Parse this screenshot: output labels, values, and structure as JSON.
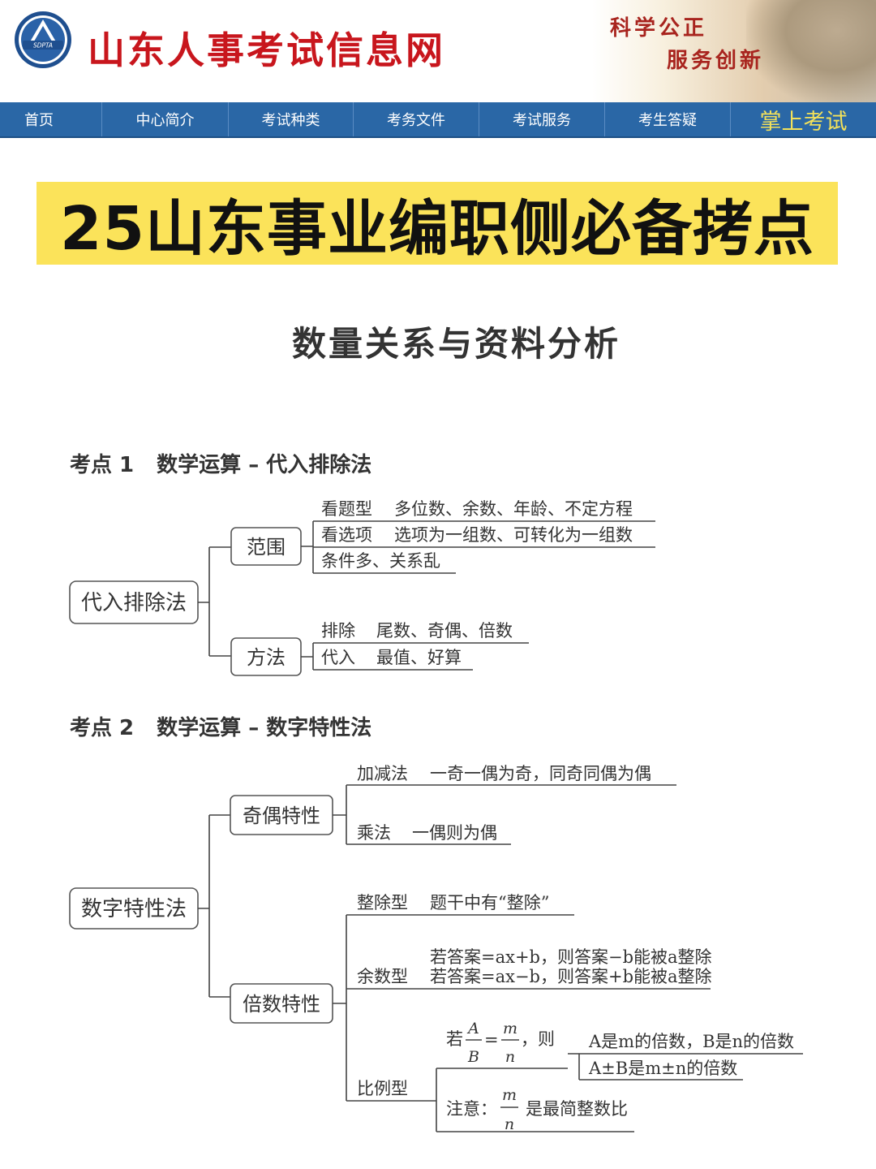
{
  "header": {
    "logo_text": "SDPTA",
    "site_title": "山东人事考试信息网",
    "slogan_line1": "科学公正",
    "slogan_line2": "服务创新"
  },
  "nav": {
    "items": [
      "首页",
      "中心简介",
      "考试种类",
      "考务文件",
      "考试服务",
      "考生答疑",
      "掌上考试"
    ]
  },
  "main_title": "25山东事业编职侧必备拷点",
  "subtitle": "数量关系与资料分析",
  "section1": {
    "number": "考点 1",
    "title": "数学运算 – 代入排除法",
    "root": "代入排除法",
    "branches": [
      {
        "label": "范围",
        "leaves": [
          {
            "key": "看题型",
            "value": "多位数、余数、年龄、不定方程"
          },
          {
            "key": "看选项",
            "value": "选项为一组数、可转化为一组数"
          },
          {
            "key": "条件多、关系乱",
            "value": ""
          }
        ]
      },
      {
        "label": "方法",
        "leaves": [
          {
            "key": "排除",
            "value": "尾数、奇偶、倍数"
          },
          {
            "key": "代入",
            "value": "最值、好算"
          }
        ]
      }
    ]
  },
  "section2": {
    "number": "考点 2",
    "title": "数学运算 – 数字特性法",
    "root": "数字特性法",
    "branch_parity": {
      "label": "奇偶特性",
      "leaves": [
        {
          "key": "加减法",
          "value": "一奇一偶为奇，同奇同偶为偶"
        },
        {
          "key": "乘法",
          "value": "一偶则为偶"
        }
      ]
    },
    "branch_multiple": {
      "label": "倍数特性",
      "divisible": {
        "key": "整除型",
        "value": "题干中有“整除”"
      },
      "remainder": {
        "key": "余数型",
        "line1": "若答案=ax+b，则答案−b能被a整除",
        "line2": "若答案=ax−b，则答案+b能被a整除"
      },
      "ratio": {
        "key": "比例型",
        "if_word": "若",
        "frac1_num": "A",
        "frac1_den": "B",
        "eq": "=",
        "frac2_num": "m",
        "frac2_den": "n",
        "then_word": "，则",
        "result1": "A是m的倍数，B是n的倍数",
        "result2": "A±B是m±n的倍数",
        "note_word": "注意：",
        "note_num": "m",
        "note_den": "n",
        "note_tail": "是最简整数比"
      }
    }
  },
  "colors": {
    "site_title": "#c8161d",
    "nav_bg": "#2a67a6",
    "title_highlight": "#fbe35a",
    "nav_special": "#f3e15a"
  }
}
